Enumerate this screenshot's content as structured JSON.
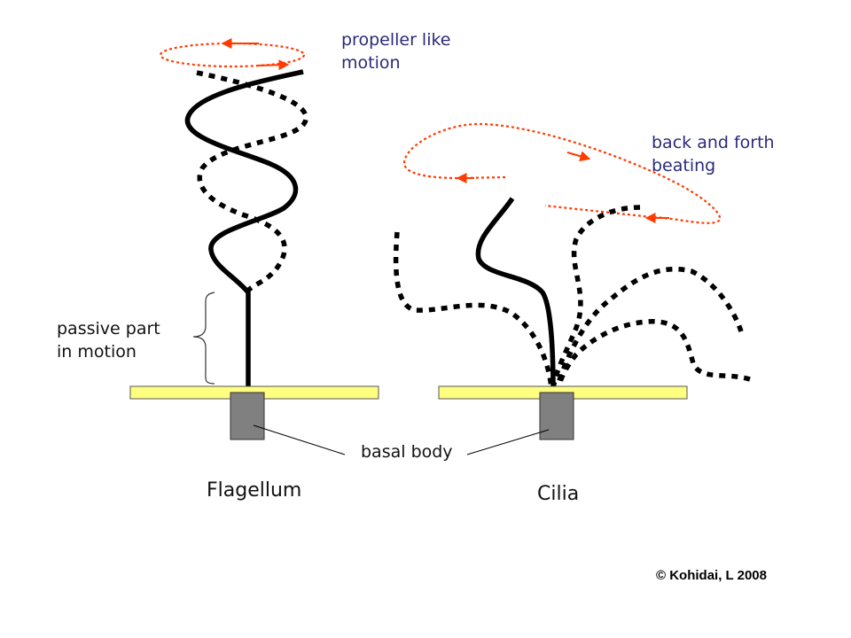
{
  "labels": {
    "propeller": "propeller like\nmotion",
    "back_forth": "back and forth\nbeating",
    "passive": "passive part\nin motion",
    "basal_body": "basal body",
    "flagellum": "Flagellum",
    "cilia": "Cilia",
    "credit": "© Kohidai, L 2008"
  },
  "colors": {
    "motion_arrow": "#ff3b00",
    "membrane": "#ffff80",
    "basal_body": "#808080",
    "structure": "#000000",
    "annotation_text": "#2a2a7a"
  }
}
